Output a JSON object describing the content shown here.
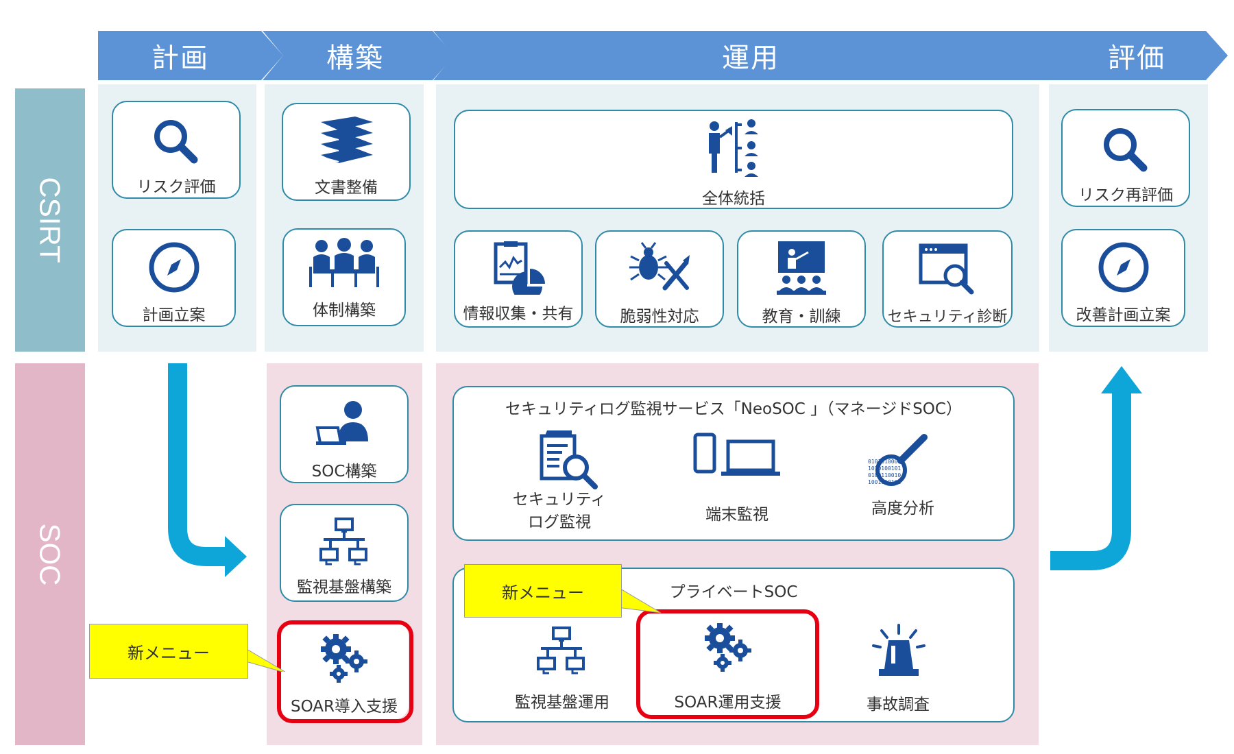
{
  "phases": {
    "plan": "計画",
    "build": "構築",
    "operate": "運用",
    "evaluate": "評価"
  },
  "rows": {
    "csirt": "CSIRT",
    "soc": "SOC"
  },
  "csirt": {
    "plan_items": [
      "リスク評価",
      "計画立案"
    ],
    "build_items": [
      "文書整備",
      "体制構築"
    ],
    "operate_main": "全体統括",
    "operate_items": [
      "情報収集・共有",
      "脆弱性対応",
      "教育・訓練",
      "セキュリティ診断"
    ],
    "evaluate_items": [
      "リスク再評価",
      "改善計画立案"
    ]
  },
  "soc": {
    "build_items": [
      "SOC構築",
      "監視基盤構築",
      "SOAR導入支援"
    ],
    "managed": {
      "title": "セキュリティログ監視サービス「NeoSOC 」（マネージドSOC）",
      "items": [
        "セキュリティ\nログ監視",
        "端末監視",
        "高度分析"
      ]
    },
    "private": {
      "title": "プライベートSOC",
      "items": [
        "監視基盤運用",
        "SOAR運用支援",
        "事故調査"
      ]
    }
  },
  "notes": {
    "new_menu": "新メニュー"
  },
  "colors": {
    "header": "#5b93d6",
    "csirt": "#8fbdca",
    "soc": "#e2b6c7",
    "card_border": "#2e8aa6",
    "icon": "#1a4e9a",
    "highlight": "#e60012",
    "arrow": "#0ea6d8",
    "note": "#ffff00"
  },
  "icons": {
    "search": "search-icon",
    "compass": "compass-icon",
    "books": "books-icon",
    "team": "team-meeting-icon",
    "presenter": "presenter-org-icon",
    "report": "report-chart-icon",
    "bug": "bug-wrench-icon",
    "classroom": "classroom-icon",
    "browser": "browser-search-icon",
    "operator": "pc-operator-icon",
    "network": "network-icon",
    "gears": "gears-icon",
    "docs": "document-search-icon",
    "devices": "devices-icon",
    "binary": "binary-search-icon",
    "alert": "alert-light-icon"
  }
}
